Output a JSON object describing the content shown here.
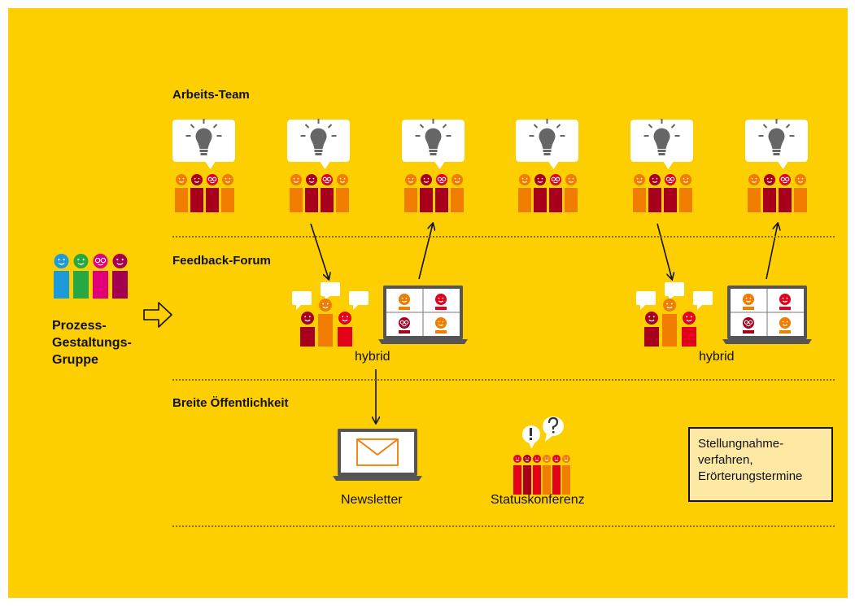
{
  "sections": {
    "arbeits_team": "Arbeits-Team",
    "feedback_forum": "Feedback-Forum",
    "breite_oeffentlichkeit": "Breite Öffentlichkeit"
  },
  "process_group": {
    "line1": "Prozess-",
    "line2": "Gestaltungs-",
    "line3": "Gruppe"
  },
  "forum_captions": [
    "hybrid",
    "hybrid"
  ],
  "public_items": {
    "newsletter": "Newsletter",
    "statuskonferenz": "Statuskonferenz"
  },
  "info_box": {
    "line1": "Stellungnahme-",
    "line2": "verfahren,",
    "line3": "Erörterungstermine"
  },
  "icons": {
    "team_groups": [
      "lightbulb-icon",
      "lightbulb-icon",
      "lightbulb-icon",
      "lightbulb-icon",
      "lightbulb-icon",
      "lightbulb-icon"
    ],
    "forum": [
      "speech-bubble-group-icon",
      "laptop-video-call-icon"
    ],
    "public": [
      "laptop-envelope-icon",
      "crowd-question-icon"
    ],
    "arrow": "outline-arrow-right-icon"
  },
  "colors": {
    "background": "#fdcf00",
    "orange": "#f07c00",
    "red": "#e3001b",
    "dark_red": "#a8001c",
    "blue": "#1d9ad8",
    "green": "#27a844",
    "magenta": "#e2007a",
    "purple": "#a3004f",
    "info_box": "#fde8a4"
  }
}
